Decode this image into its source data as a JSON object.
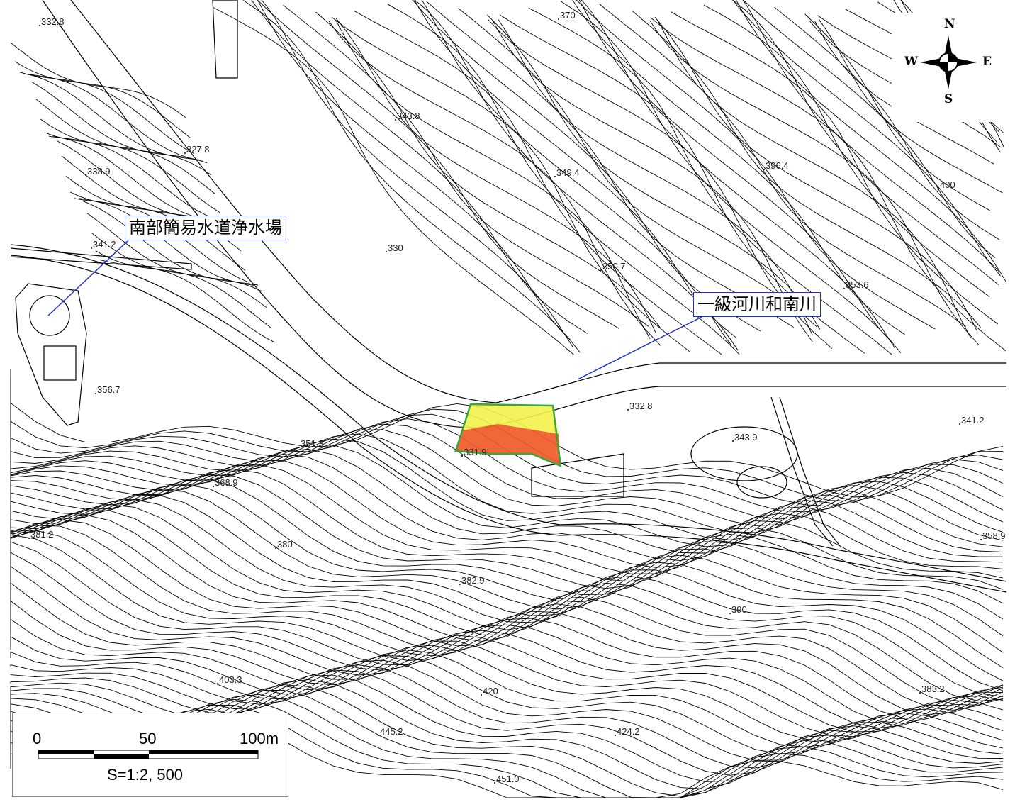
{
  "map": {
    "facility_label": "南部簡易水道浄水場",
    "river_label": "一級河川和南川",
    "north": "N",
    "south": "S",
    "east": "E",
    "west": "W",
    "scale_ratio": "S=1:2, 500",
    "scale_ticks": [
      "0",
      "50",
      "100m"
    ],
    "colors": {
      "callout_border": "#1a2fd6",
      "zone_yellow": "#f2f24d",
      "zone_red": "#f05a28",
      "zone_outline": "#3aa63a",
      "contour": "#000000"
    },
    "elevations": [
      "332.8",
      "370",
      "343.8",
      "327.8",
      "338.9",
      "349.4",
      "396.4",
      "400",
      "341.2",
      "330",
      "350.7",
      "353.6",
      "356.7",
      "332.8",
      "341.2",
      "343.9",
      "351.3",
      "331.9",
      "368.9",
      "381.2",
      "380",
      "358.9",
      "382.9",
      "390",
      "403.3",
      "420",
      "383.2",
      "445.2",
      "424.2",
      "451.0"
    ]
  }
}
